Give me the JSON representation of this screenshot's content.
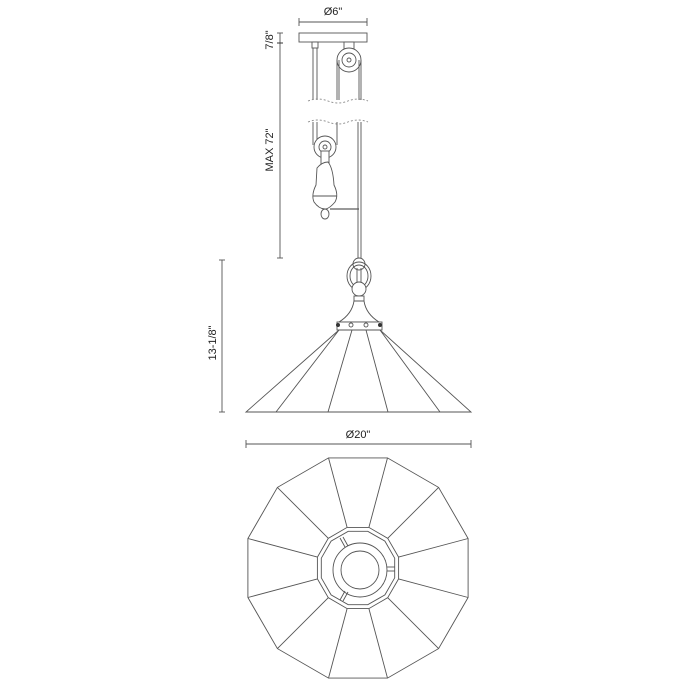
{
  "drawing": {
    "type": "pendant light dimension drawing",
    "colors": {
      "line": "#555555",
      "background": "#ffffff",
      "text": "#222222"
    },
    "dimensions": {
      "canopy_diameter": "Ø6\"",
      "canopy_height": "7/8\"",
      "max_overall_height": "MAX 72\"",
      "shade_height": "13-1/8\"",
      "shade_diameter": "Ø20\""
    },
    "views": [
      {
        "name": "side-elevation",
        "label": ""
      },
      {
        "name": "bottom-plan",
        "label": ""
      }
    ]
  }
}
